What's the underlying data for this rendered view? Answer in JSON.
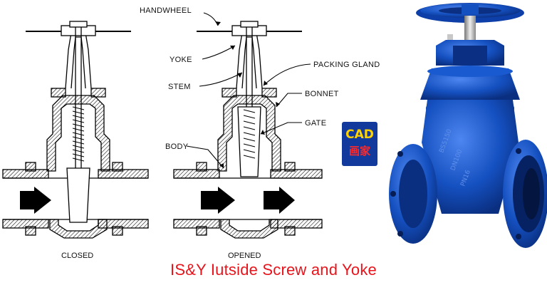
{
  "labels": {
    "handwheel": "HANDWHEEL",
    "yoke": "YOKE",
    "stem": "STEM",
    "packing_gland": "PACKING GLAND",
    "bonnet": "BONNET",
    "gate": "GATE",
    "body": "BODY"
  },
  "captions": {
    "closed": "CLOSED",
    "opened": "OPENED"
  },
  "logo": {
    "line1": "CAD",
    "line2": "画家"
  },
  "title": "IS&Y  Iutside Screw and Yoke",
  "colors": {
    "title": "#e8141b",
    "valve_blue": "#1550c0",
    "logo_bg": "#123a9c"
  }
}
